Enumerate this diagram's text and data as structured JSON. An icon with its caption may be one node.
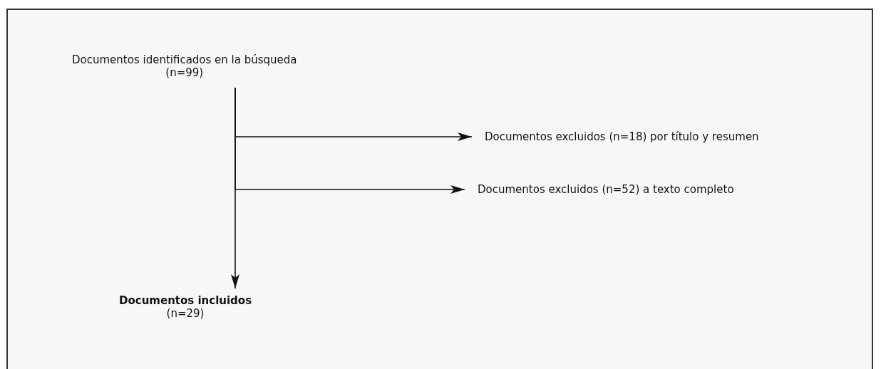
{
  "diagram": {
    "nodes": [
      {
        "text": [
          "Documentos identificados en la búsqueda",
          "(n=99)"
        ]
      },
      {
        "text": [
          "Documentos excluidos (n=18) por título y resumen"
        ]
      },
      {
        "text": [
          "Documentos excluidos (n=52) a texto completo"
        ]
      },
      {
        "text": [
          "Documentos incluidos",
          "(n=29)"
        ]
      }
    ],
    "edges": [
      {
        "from": 0,
        "to": 3,
        "arrow": "to"
      },
      {
        "from": 0,
        "to": 1,
        "arrow": "to"
      },
      {
        "from": 0,
        "to": 2,
        "arrow": "to"
      }
    ]
  }
}
